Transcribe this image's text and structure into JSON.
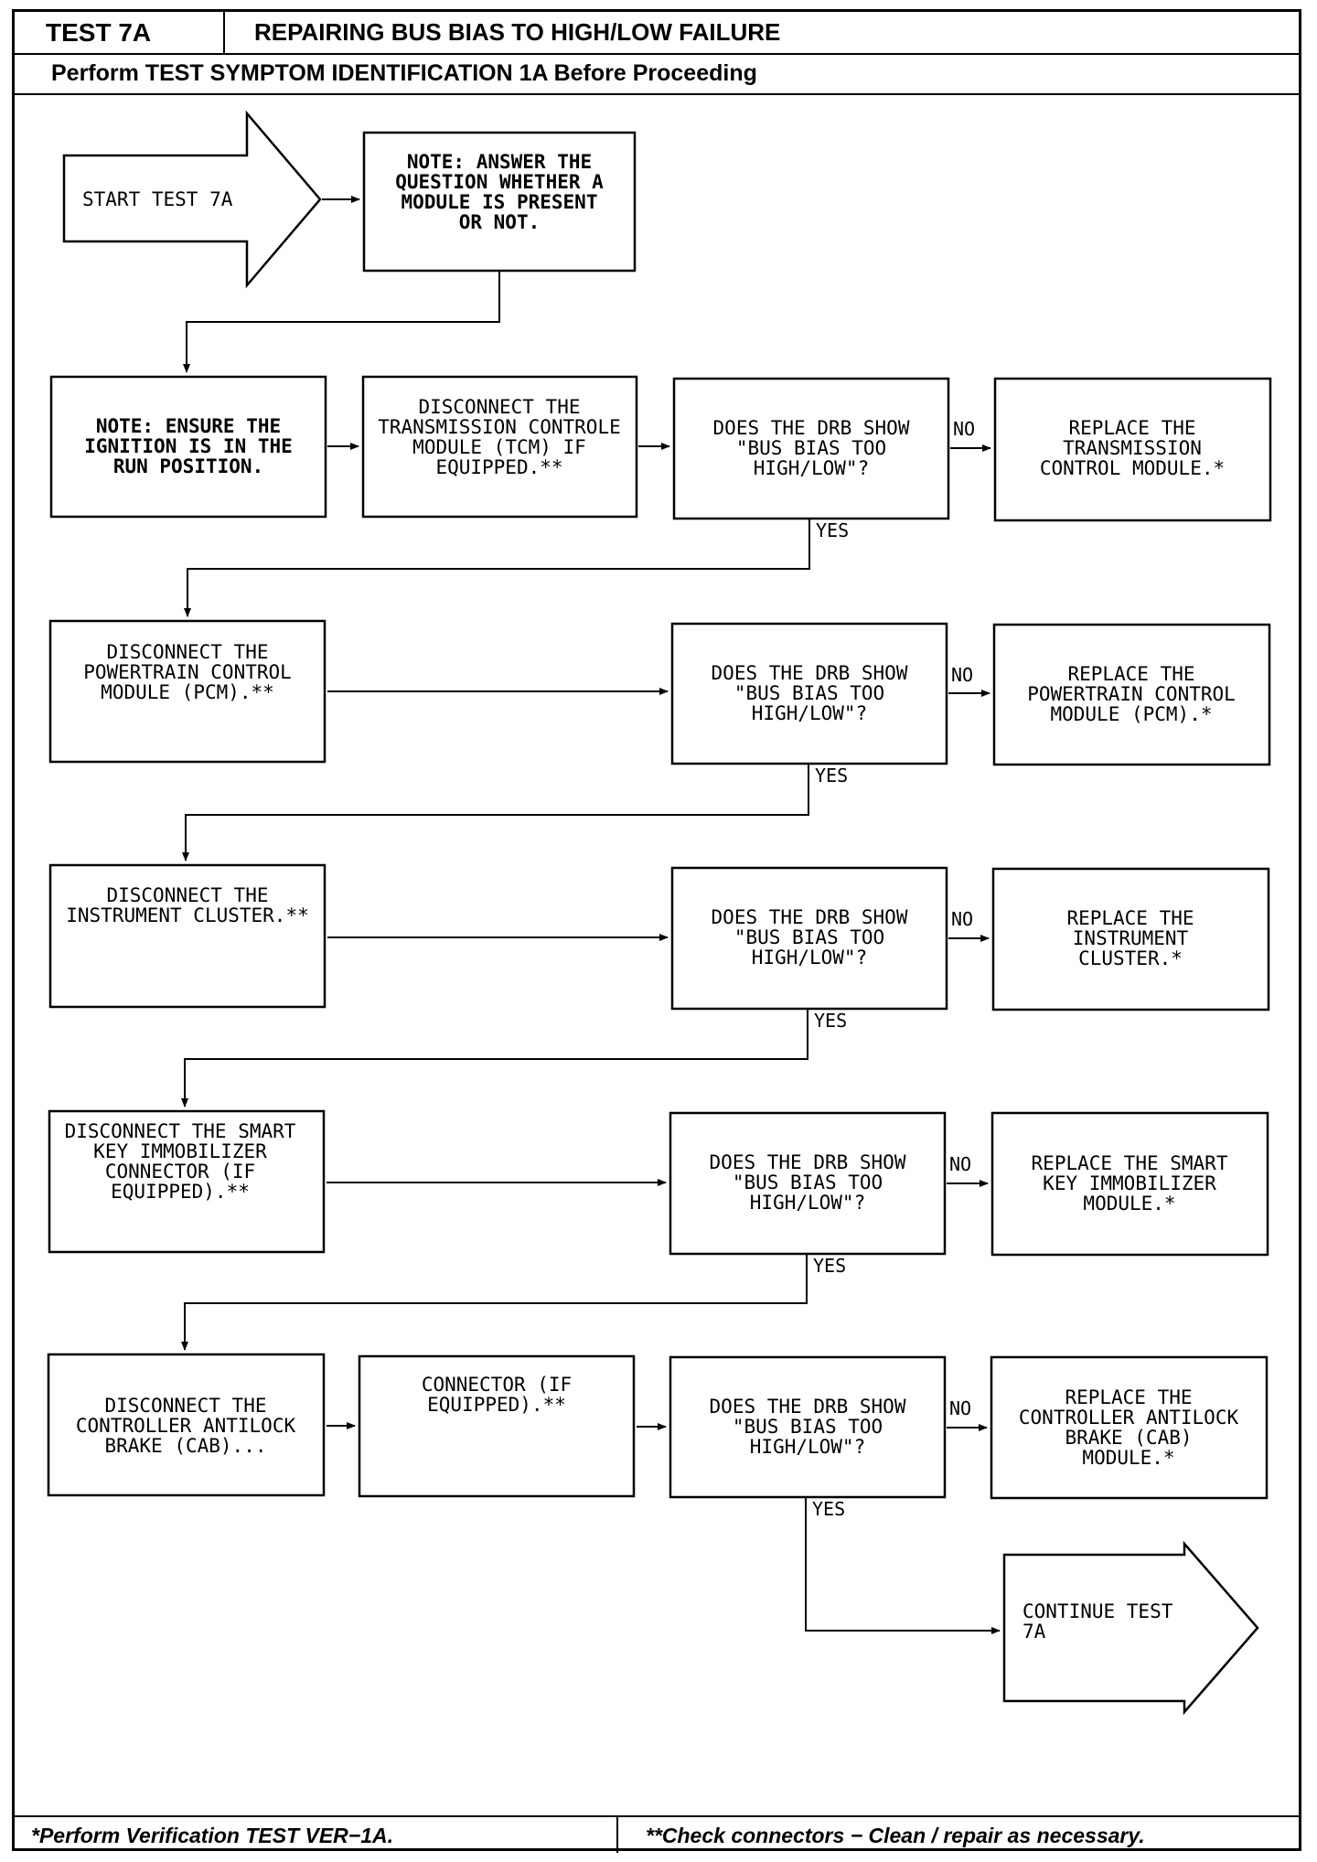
{
  "header": {
    "test_id": "TEST 7A",
    "title": "REPAIRING BUS BIAS TO HIGH/LOW FAILURE",
    "prerequisite": "Perform TEST SYMPTOM IDENTIFICATION 1A Before Proceeding"
  },
  "footer": {
    "left_note": "*Perform Verification TEST VER−1A.",
    "right_note": "**Check connectors − Clean / repair as necessary."
  },
  "flow": {
    "start": [
      "START TEST 7A"
    ],
    "note1": [
      "NOTE: ANSWER THE",
      "QUESTION WHETHER A",
      "MODULE IS PRESENT",
      "OR NOT."
    ],
    "note2": [
      "NOTE: ENSURE THE",
      "IGNITION IS IN THE",
      "RUN POSITION."
    ],
    "tcm_disconnect": [
      "DISCONNECT THE",
      "TRANSMISSION CONTROLE",
      "MODULE (TCM) IF",
      "EQUIPPED.**"
    ],
    "q1": [
      "DOES THE DRB SHOW",
      "\"BUS BIAS TOO",
      "HIGH/LOW\"?"
    ],
    "r1": [
      "REPLACE THE",
      "TRANSMISSION",
      "CONTROL MODULE.*"
    ],
    "pcm_disconnect": [
      "DISCONNECT THE",
      "POWERTRAIN CONTROL",
      "MODULE (PCM).**"
    ],
    "q2": [
      "DOES THE DRB SHOW",
      "\"BUS BIAS TOO",
      "HIGH/LOW\"?"
    ],
    "r2": [
      "REPLACE THE",
      "POWERTRAIN CONTROL",
      "MODULE (PCM).*"
    ],
    "ic_disconnect": [
      "DISCONNECT THE",
      "INSTRUMENT CLUSTER.**"
    ],
    "q3": [
      "DOES THE DRB SHOW",
      "\"BUS BIAS TOO",
      "HIGH/LOW\"?"
    ],
    "r3": [
      "REPLACE THE",
      "INSTRUMENT",
      "CLUSTER.*"
    ],
    "ski_disconnect": [
      "DISCONNECT THE SMART",
      "KEY IMMOBILIZER",
      "CONNECTOR (IF",
      "EQUIPPED).**"
    ],
    "q4": [
      "DOES THE DRB SHOW",
      "\"BUS BIAS TOO",
      "HIGH/LOW\"?"
    ],
    "r4": [
      "REPLACE THE SMART",
      "KEY IMMOBILIZER",
      "MODULE.*"
    ],
    "cab_disconnect": [
      "DISCONNECT THE",
      "CONTROLLER ANTILOCK",
      "BRAKE (CAB)..."
    ],
    "cab_connector": [
      "CONNECTOR (IF",
      "EQUIPPED).**"
    ],
    "q5": [
      "DOES THE DRB SHOW",
      "\"BUS BIAS TOO",
      "HIGH/LOW\"?"
    ],
    "r5": [
      "REPLACE THE",
      "CONTROLLER ANTILOCK",
      "BRAKE (CAB)",
      "MODULE.*"
    ],
    "continue": [
      "CONTINUE TEST",
      "7A"
    ],
    "yes_label": "YES",
    "no_label": "NO"
  }
}
